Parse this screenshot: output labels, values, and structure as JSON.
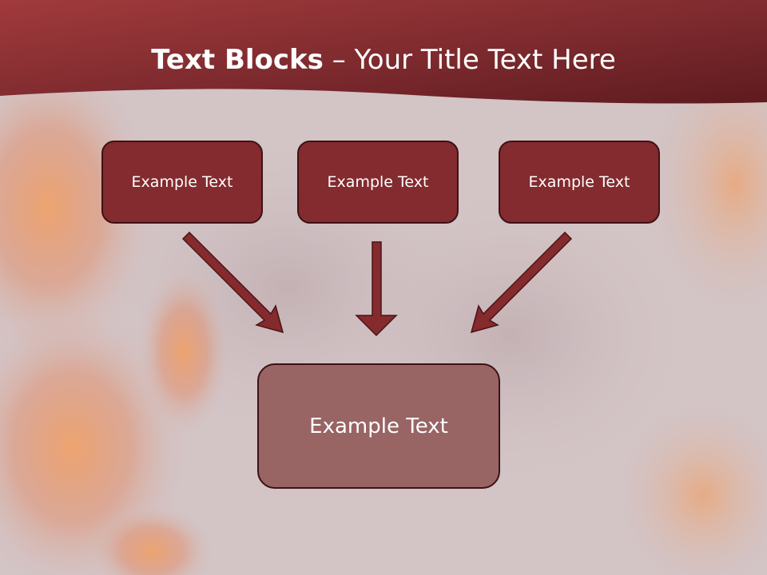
{
  "title": {
    "bold": "Text Blocks",
    "separator": " – ",
    "rest": "Your Title Text Here"
  },
  "blocks": {
    "top": [
      "Example Text",
      "Example Text",
      "Example Text"
    ],
    "bottom": "Example Text"
  },
  "colors": {
    "header": "#7e2a2e",
    "block_top": "#832b2f",
    "block_bottom": "#986464",
    "arrow": "#852a2d",
    "background": "#d3c4c6"
  }
}
